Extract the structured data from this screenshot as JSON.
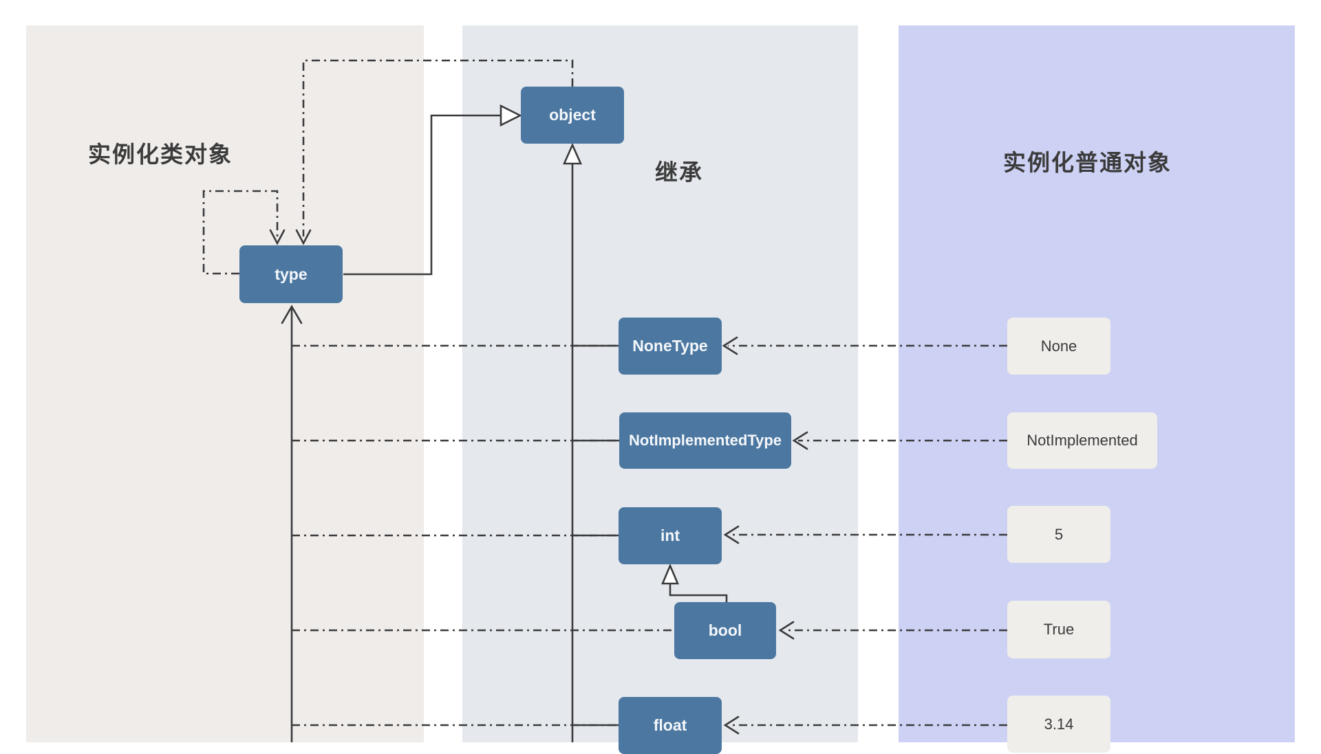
{
  "diagram": {
    "subject": "Python object model: classes, metaclass type, and instances",
    "columns": [
      {
        "id": "class-instantiation",
        "title": "实例化类对象",
        "background": "#EFECEA"
      },
      {
        "id": "inheritance",
        "title": "继承",
        "background": "#E5E9ED"
      },
      {
        "id": "object-instantiation",
        "title": "实例化普通对象",
        "background": "#CDD1F3"
      }
    ],
    "colors": {
      "class_box": "#4B77A1",
      "class_text": "#F4F7FA",
      "instance_box": "#F0EEEA",
      "instance_text": "#3A3A3C",
      "line": "#3A3A3C",
      "page_background": "#FFFFFF"
    },
    "nodes": {
      "object": {
        "label": "object",
        "kind": "class"
      },
      "type": {
        "label": "type",
        "kind": "metaclass"
      },
      "nonetype": {
        "label": "NoneType",
        "kind": "class"
      },
      "notimplementedtype": {
        "label": "NotImplementedType",
        "kind": "class"
      },
      "int": {
        "label": "int",
        "kind": "class"
      },
      "bool": {
        "label": "bool",
        "kind": "class"
      },
      "float": {
        "label": "float",
        "kind": "class"
      },
      "none": {
        "label": "None",
        "kind": "instance"
      },
      "notimplemented": {
        "label": "NotImplemented",
        "kind": "instance"
      },
      "five": {
        "label": "5",
        "kind": "instance"
      },
      "true": {
        "label": "True",
        "kind": "instance"
      },
      "pi": {
        "label": "3.14",
        "kind": "instance"
      }
    },
    "edges": [
      {
        "from": "type",
        "to": "object",
        "relation": "inherits",
        "line": "solid",
        "arrow": "hollow-triangle"
      },
      {
        "from": "object",
        "to": "type",
        "relation": "instance-of",
        "line": "dash-dot",
        "arrow": "open"
      },
      {
        "from": "type",
        "to": "type",
        "relation": "instance-of",
        "line": "dash-dot",
        "arrow": "open"
      },
      {
        "from": "nonetype",
        "to": "object",
        "relation": "inherits",
        "line": "solid",
        "arrow": "hollow-triangle"
      },
      {
        "from": "notimplementedtype",
        "to": "object",
        "relation": "inherits",
        "line": "solid",
        "arrow": "hollow-triangle"
      },
      {
        "from": "int",
        "to": "object",
        "relation": "inherits",
        "line": "solid",
        "arrow": "hollow-triangle"
      },
      {
        "from": "float",
        "to": "object",
        "relation": "inherits",
        "line": "solid",
        "arrow": "hollow-triangle"
      },
      {
        "from": "bool",
        "to": "int",
        "relation": "inherits",
        "line": "solid",
        "arrow": "hollow-triangle"
      },
      {
        "from": "nonetype",
        "to": "type",
        "relation": "instance-of",
        "line": "dash-dot",
        "arrow": "open"
      },
      {
        "from": "notimplementedtype",
        "to": "type",
        "relation": "instance-of",
        "line": "dash-dot",
        "arrow": "open"
      },
      {
        "from": "int",
        "to": "type",
        "relation": "instance-of",
        "line": "dash-dot",
        "arrow": "open"
      },
      {
        "from": "bool",
        "to": "type",
        "relation": "instance-of",
        "line": "dash-dot",
        "arrow": "open"
      },
      {
        "from": "float",
        "to": "type",
        "relation": "instance-of",
        "line": "dash-dot",
        "arrow": "open"
      },
      {
        "from": "none",
        "to": "nonetype",
        "relation": "instance-of",
        "line": "dash-dot",
        "arrow": "open"
      },
      {
        "from": "notimplemented",
        "to": "notimplementedtype",
        "relation": "instance-of",
        "line": "dash-dot",
        "arrow": "open"
      },
      {
        "from": "five",
        "to": "int",
        "relation": "instance-of",
        "line": "dash-dot",
        "arrow": "open"
      },
      {
        "from": "true",
        "to": "bool",
        "relation": "instance-of",
        "line": "dash-dot",
        "arrow": "open"
      },
      {
        "from": "pi",
        "to": "float",
        "relation": "instance-of",
        "line": "dash-dot",
        "arrow": "open"
      }
    ]
  }
}
